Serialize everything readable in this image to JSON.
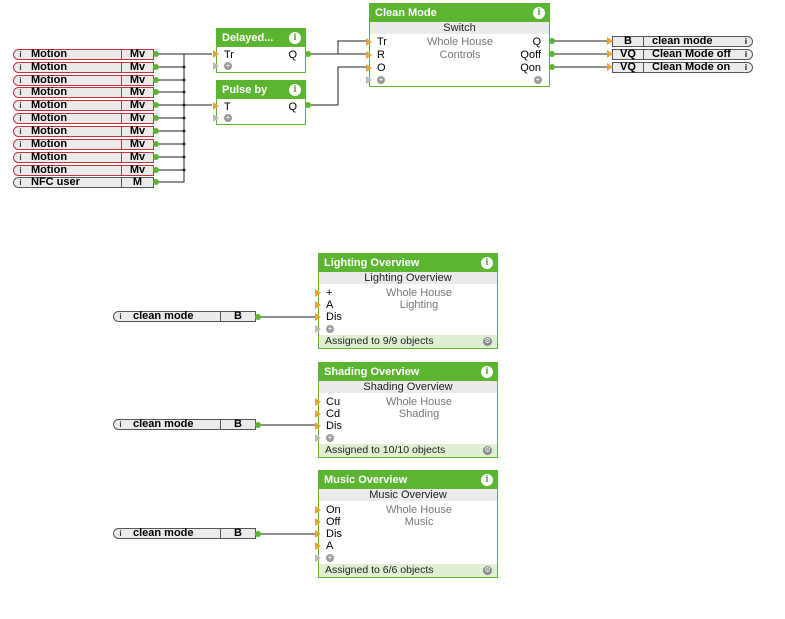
{
  "inputs": [
    {
      "label": "Motion",
      "port": "Mv"
    },
    {
      "label": "Motion",
      "port": "Mv"
    },
    {
      "label": "Motion",
      "port": "Mv"
    },
    {
      "label": "Motion",
      "port": "Mv"
    },
    {
      "label": "Motion",
      "port": "Mv"
    },
    {
      "label": "Motion",
      "port": "Mv"
    },
    {
      "label": "Motion",
      "port": "Mv"
    },
    {
      "label": "Motion",
      "port": "Mv"
    },
    {
      "label": "Motion",
      "port": "Mv"
    },
    {
      "label": "Motion",
      "port": "Mv"
    },
    {
      "label": "NFC user",
      "port": "M"
    }
  ],
  "info_glyph": "i",
  "delayed": {
    "title": "Delayed...",
    "in": "Tr",
    "out": "Q"
  },
  "pulse": {
    "title": "Pulse by",
    "in": "T",
    "out": "Q"
  },
  "clean": {
    "title": "Clean Mode",
    "type": "Switch",
    "room": "Whole House",
    "cat": "Controls",
    "ins": [
      "Tr",
      "R",
      "O"
    ],
    "outs": [
      "Q",
      "Qoff",
      "Qon"
    ]
  },
  "outputs": [
    {
      "port": "B",
      "label": "clean mode"
    },
    {
      "port": "VQ",
      "label": "Clean Mode off"
    },
    {
      "port": "VQ",
      "label": "Clean Mode on"
    }
  ],
  "lighting": {
    "title": "Lighting Overview",
    "type": "Lighting Overview",
    "room": "Whole House",
    "cat": "Lighting",
    "ins": [
      "+",
      "A",
      "Dis"
    ],
    "footer": "Assigned to 9/9 objects"
  },
  "shading": {
    "title": "Shading Overview",
    "type": "Shading Overview",
    "room": "Whole House",
    "cat": "Shading",
    "ins": [
      "Cu",
      "Cd",
      "Dis"
    ],
    "footer": "Assigned to 10/10 objects"
  },
  "music": {
    "title": "Music Overview",
    "type": "Music Overview",
    "room": "Whole House",
    "cat": "Music",
    "ins": [
      "On",
      "Off",
      "Dis",
      "A"
    ],
    "footer": "Assigned to 6/6 objects"
  },
  "mem_refs": [
    {
      "label": "clean mode",
      "port": "B"
    },
    {
      "label": "clean mode",
      "port": "B"
    },
    {
      "label": "clean mode",
      "port": "B"
    }
  ],
  "colors": {
    "accent": "#5cb531",
    "input_marker": "#e8a33a",
    "motion_border": "#c0343c"
  }
}
